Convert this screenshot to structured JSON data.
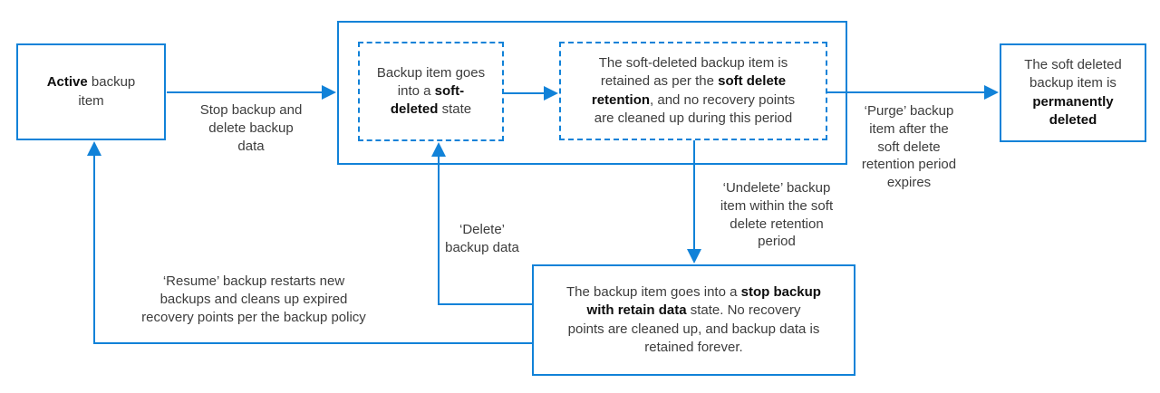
{
  "colors": {
    "line": "#1182d8",
    "text": "#3d3d3d",
    "bold": "#0d0d0d",
    "background": "#ffffff"
  },
  "nodes": {
    "active": {
      "segments": [
        {
          "t": "Active",
          "b": true
        },
        {
          "t": " backup"
        },
        {
          "nl": true
        },
        {
          "t": "item"
        }
      ]
    },
    "soft_deleted_state": {
      "segments": [
        {
          "t": "Backup item goes"
        },
        {
          "nl": true
        },
        {
          "t": "into a "
        },
        {
          "t": "soft-",
          "b": true
        },
        {
          "nl": true
        },
        {
          "t": "deleted",
          "b": true
        },
        {
          "t": " state"
        }
      ]
    },
    "soft_delete_retention": {
      "segments": [
        {
          "t": "The soft-deleted backup item is"
        },
        {
          "nl": true
        },
        {
          "t": "retained as per the "
        },
        {
          "t": "soft delete",
          "b": true
        },
        {
          "nl": true
        },
        {
          "t": "retention",
          "b": true
        },
        {
          "t": ", and no recovery points"
        },
        {
          "nl": true
        },
        {
          "t": "are cleaned up during this period"
        }
      ]
    },
    "permanently_deleted": {
      "segments": [
        {
          "t": "The soft deleted"
        },
        {
          "nl": true
        },
        {
          "t": "backup item is"
        },
        {
          "nl": true
        },
        {
          "t": "permanently",
          "b": true
        },
        {
          "nl": true
        },
        {
          "t": "deleted",
          "b": true
        }
      ]
    },
    "stop_backup_retain_data": {
      "segments": [
        {
          "t": "The backup item goes into a "
        },
        {
          "t": "stop backup",
          "b": true
        },
        {
          "nl": true
        },
        {
          "t": "with retain data",
          "b": true
        },
        {
          "t": " state. No recovery"
        },
        {
          "nl": true
        },
        {
          "t": "points are cleaned up, and backup data is"
        },
        {
          "nl": true
        },
        {
          "t": "retained forever."
        }
      ]
    }
  },
  "edge_labels": {
    "stop_backup": "Stop backup and\ndelete backup\ndata",
    "purge": "‘Purge’ backup\nitem after the\nsoft delete\nretention period\nexpires",
    "undelete": "‘Undelete’ backup\nitem within the soft\ndelete retention\nperiod",
    "delete": "‘Delete’\nbackup data",
    "resume": "‘Resume’ backup restarts new\nbackups and cleans up expired\nrecovery points per the backup policy"
  }
}
